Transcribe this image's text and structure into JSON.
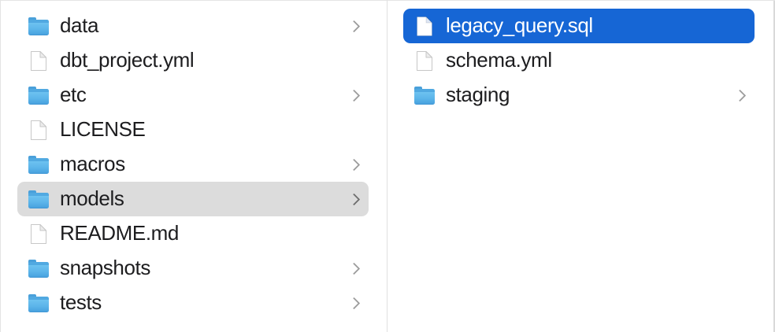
{
  "app": {
    "view": "finder-column-view"
  },
  "colors": {
    "selection_active": "#1666d5",
    "selection_inactive": "#dcdcdc",
    "text": "#1d1d1f",
    "text_selected": "#ffffff",
    "chevron": "#9c9c9c",
    "divider": "#e0e0e0",
    "folder_blue": "#5cb5ea"
  },
  "columns": [
    {
      "name": "parent-column",
      "items": [
        {
          "label": "data",
          "icon": "folder-icon",
          "has_chevron": true,
          "selection": "none"
        },
        {
          "label": "dbt_project.yml",
          "icon": "document-icon",
          "has_chevron": false,
          "selection": "none"
        },
        {
          "label": "etc",
          "icon": "folder-icon",
          "has_chevron": true,
          "selection": "none"
        },
        {
          "label": "LICENSE",
          "icon": "document-icon",
          "has_chevron": false,
          "selection": "none"
        },
        {
          "label": "macros",
          "icon": "folder-icon",
          "has_chevron": true,
          "selection": "none"
        },
        {
          "label": "models",
          "icon": "folder-icon",
          "has_chevron": true,
          "selection": "inactive"
        },
        {
          "label": "README.md",
          "icon": "document-icon",
          "has_chevron": false,
          "selection": "none"
        },
        {
          "label": "snapshots",
          "icon": "folder-icon",
          "has_chevron": true,
          "selection": "none"
        },
        {
          "label": "tests",
          "icon": "folder-icon",
          "has_chevron": true,
          "selection": "none"
        }
      ]
    },
    {
      "name": "child-column",
      "items": [
        {
          "label": "legacy_query.sql",
          "icon": "document-icon",
          "has_chevron": false,
          "selection": "active"
        },
        {
          "label": "schema.yml",
          "icon": "document-icon",
          "has_chevron": false,
          "selection": "none"
        },
        {
          "label": "staging",
          "icon": "folder-icon",
          "has_chevron": true,
          "selection": "none"
        }
      ]
    }
  ]
}
